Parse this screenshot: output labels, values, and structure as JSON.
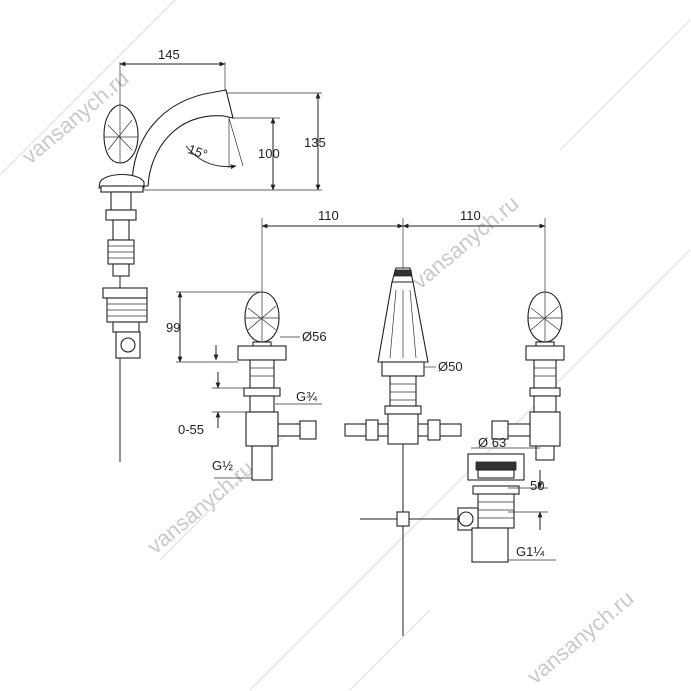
{
  "watermark": {
    "text": "vansanych.ru"
  },
  "dimensions": {
    "spout_reach": "145",
    "spout_height_total": "135",
    "spout_outlet_height": "100",
    "spout_angle": "15°",
    "handle_spacing_left": "110",
    "handle_spacing_right": "110",
    "handle_height": "99",
    "handle_diameter": "Ø56",
    "spout_base_diameter": "Ø50",
    "valve_thread": "G¾",
    "deck_thickness_range": "0-55",
    "connection_thread": "G½",
    "drain_diameter": "Ø 63",
    "drain_height": "50",
    "drain_thread": "G1¼"
  }
}
